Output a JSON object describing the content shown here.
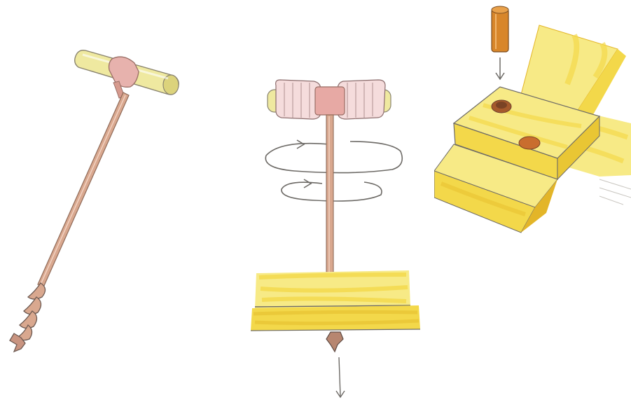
{
  "illustration": {
    "panels": [
      {
        "name": "t-handle-auger"
      },
      {
        "name": "drilling-through-board"
      },
      {
        "name": "dowel-joint"
      }
    ],
    "colors": {
      "background": "#ffffff",
      "wood_yellow": "#f3d84a",
      "wood_light": "#f7ea86",
      "wood_edge": "#e3b528",
      "shaft_pink": "#d9a88f",
      "collar_pink": "#e7b2ad",
      "handle_cream": "#efe9a0",
      "dowel_orange": "#d8862a",
      "hole_brown": "#a55a2c",
      "outline_gray": "#6d6a66"
    }
  }
}
